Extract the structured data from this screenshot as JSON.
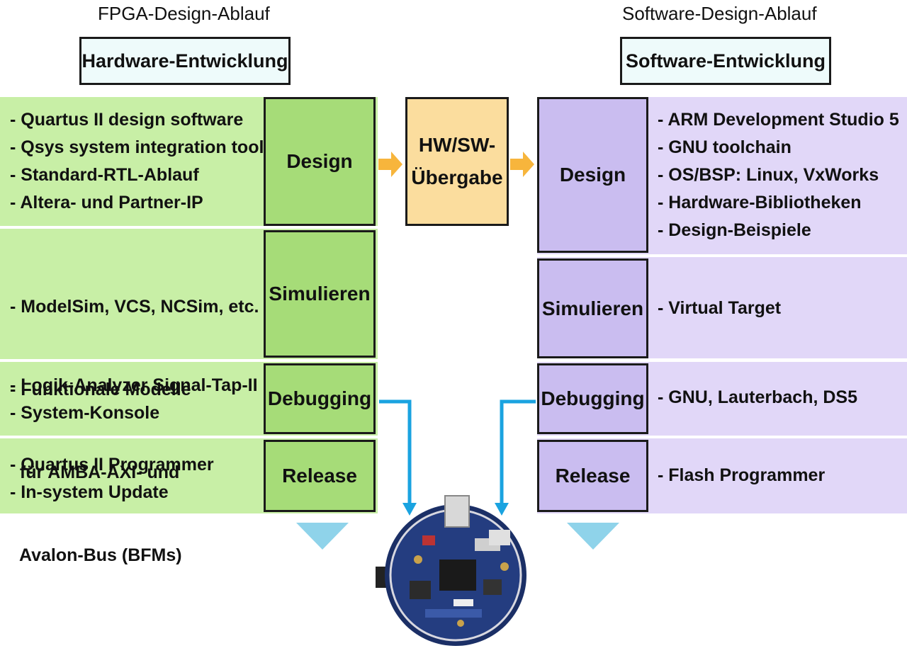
{
  "left": {
    "title": "FPGA-Design-Ablauf",
    "header": "Hardware-Entwicklung",
    "rows": [
      {
        "stage": "Design",
        "items": [
          "- Quartus II design software",
          "- Qsys system integration tool",
          "- Standard-RTL-Ablauf",
          "- Altera- und Partner-IP"
        ]
      },
      {
        "stage": "Simulieren",
        "items": [
          "- ModelSim, VCS, NCSim, etc.",
          "- Funktionale Modelle",
          "  für AMBA-AXI- und",
          "  Avalon-Bus (BFMs)"
        ]
      },
      {
        "stage": "Debugging",
        "items": [
          "- Logik-Analyzer Signal-Tap-II",
          "- System-Konsole"
        ]
      },
      {
        "stage": "Release",
        "items": [
          "- Quartus II Programmer",
          "- In-system Update"
        ]
      }
    ]
  },
  "right": {
    "title": "Software-Design-Ablauf",
    "header": "Software-Entwicklung",
    "rows": [
      {
        "stage": "Design",
        "items": [
          "- ARM Development Studio 5",
          "- GNU toolchain",
          "- OS/BSP: Linux, VxWorks",
          "- Hardware-Bibliotheken",
          "- Design-Beispiele"
        ]
      },
      {
        "stage": "Simulieren",
        "items": [
          "- Virtual Target"
        ]
      },
      {
        "stage": "Debugging",
        "items": [
          "- GNU, Lauterbach, DS5"
        ]
      },
      {
        "stage": "Release",
        "items": [
          "- Flash Programmer"
        ]
      }
    ]
  },
  "handoff": {
    "line1": "HW/SW-",
    "line2": "Übergabe"
  },
  "colors": {
    "green_band": "#c8efa6",
    "green_stage": "#a6dc78",
    "purple_band": "#e1d7f8",
    "purple_stage": "#cabdf0",
    "handoff": "#fbdd9e",
    "orange_arrow": "#f7b53c",
    "blue_arrow": "#1aa3e0",
    "triangle": "#8fd3ea"
  },
  "icons": [
    "orange-arrow-icon",
    "blue-connector-arrow-icon",
    "down-triangle-icon",
    "circuit-board-image"
  ]
}
